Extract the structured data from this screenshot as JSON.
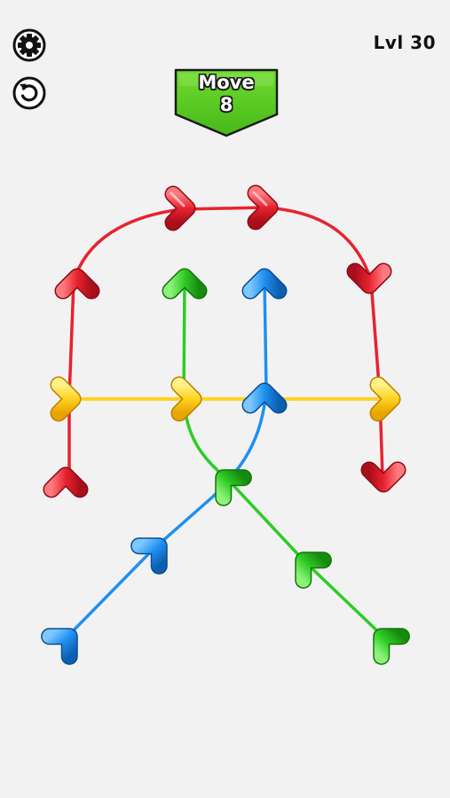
{
  "hud": {
    "level_text": "Lvl 30",
    "move_label": "Move",
    "move_count": "8"
  },
  "icons": {
    "settings": "gear-icon",
    "restart": "restart-icon"
  },
  "colors": {
    "background": "#f2f2f2",
    "red": "#e8222f",
    "yellow": "#ffd21e",
    "green": "#2ecc24",
    "blue": "#1e90f0",
    "banner_green": "#5fd326"
  }
}
